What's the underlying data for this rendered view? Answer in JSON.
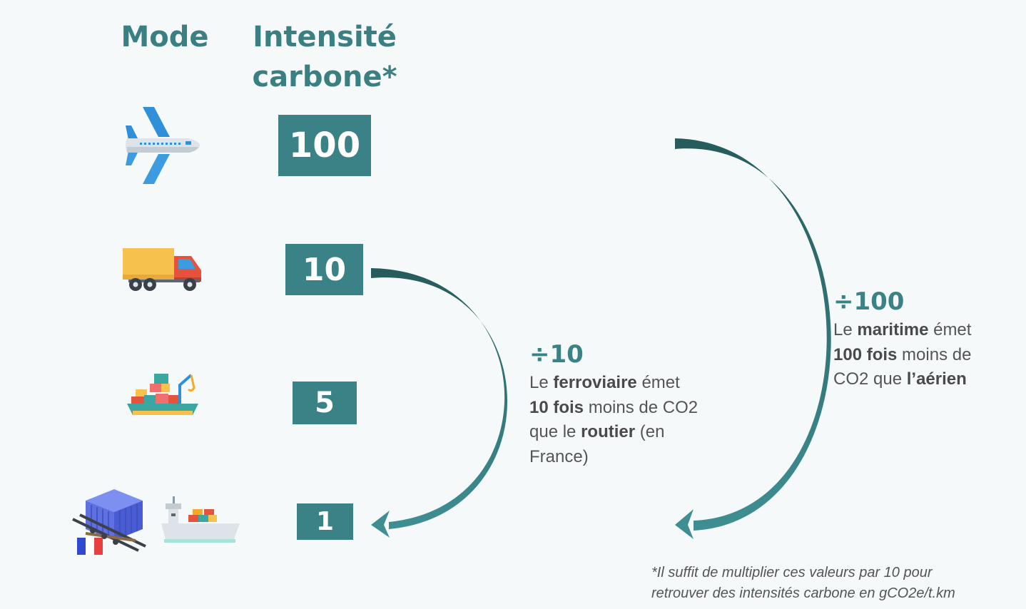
{
  "header": {
    "mode": "Mode",
    "intensity_line1": "Intensité",
    "intensity_line2": "carbone*"
  },
  "rows": [
    {
      "icon": "airplane-icon",
      "value": "100"
    },
    {
      "icon": "truck-icon",
      "value": "10"
    },
    {
      "icon": "cargo-ship-icon",
      "value": "5"
    },
    {
      "icon": "rail-container-and-barge-icon",
      "value": "1"
    }
  ],
  "note_rail": {
    "title": "÷10",
    "t1": "Le ",
    "b1": "ferroviaire",
    "t2": " émet",
    "b2": "10 fois",
    "t3": " moins de CO2",
    "t4": "que le ",
    "b3": "routier",
    "t5": " (en",
    "t6": "France)"
  },
  "note_sea": {
    "title": "÷100",
    "t1": "Le ",
    "b1": "maritime",
    "t2": " émet",
    "b2": "100 fois",
    "t3": " moins de",
    "t4": "CO2 que ",
    "b3": "l’aérien"
  },
  "footnote": {
    "line1": "*Il suffit de multiplier ces valeurs par 10 pour",
    "line2": "retrouver des intensités carbone en gCO2e/t.km"
  },
  "colors": {
    "accent": "#3a8285",
    "header": "#3a7f82",
    "arrow_dark": "#265b5c",
    "arrow_light": "#3f8f92"
  }
}
